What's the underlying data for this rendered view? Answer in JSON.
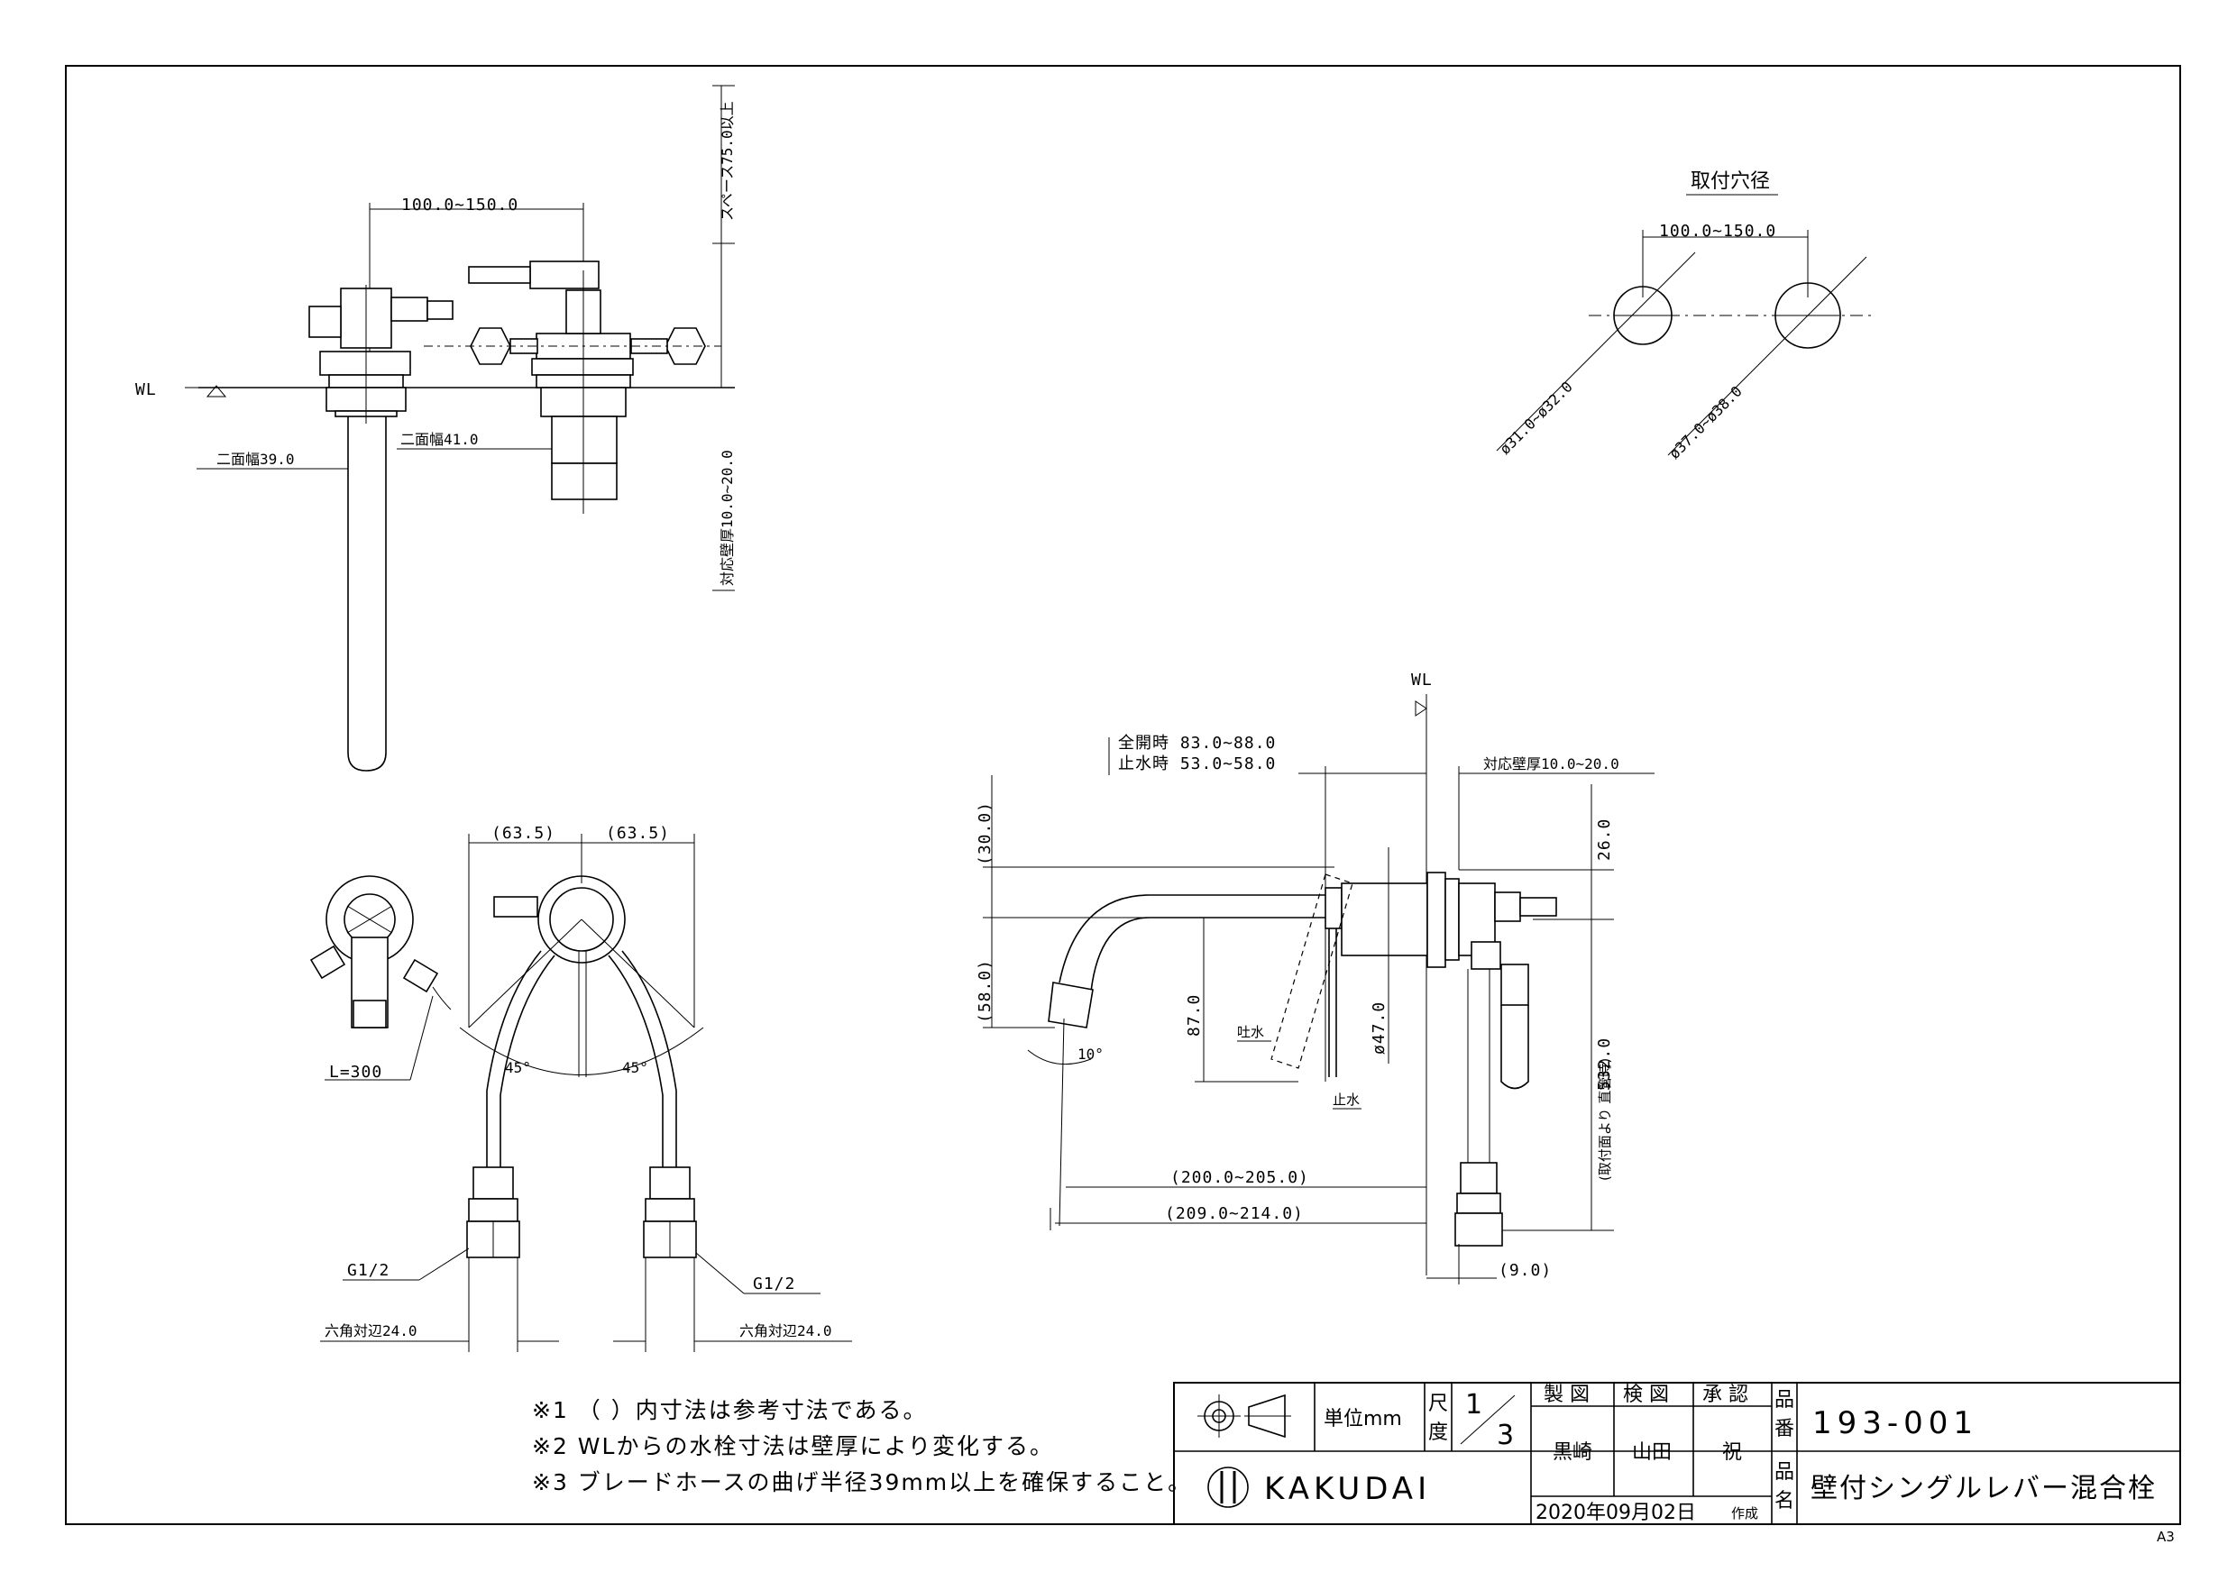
{
  "drawing": {
    "top_view": {
      "wl": "WL",
      "center_distance": "100.0~150.0",
      "space": "スペース75.0以上",
      "wall_thickness": "対応壁厚10.0~20.0",
      "spout_width": "二面幅39.0",
      "body_width": "二面幅41.0"
    },
    "mount_holes": {
      "title": "取付穴径",
      "distance": "100.0~150.0",
      "hole_left": "ø31.0~ø32.0",
      "hole_right": "ø37.0~ø38.0"
    },
    "front_view": {
      "left_offset": "(63.5)",
      "right_offset": "(63.5)",
      "hose_length": "L=300",
      "angle_left": "45°",
      "angle_right": "45°",
      "thread_left": "G1/2",
      "thread_right": "G1/2",
      "hex_left": "六角対辺24.0",
      "hex_right": "六角対辺24.0"
    },
    "side_view": {
      "wl": "WL",
      "full_open": "全開時 83.0~88.0",
      "stop": "止水時 53.0~58.0",
      "wall_thickness": "対応壁厚10.0~20.0",
      "dim_30": "(30.0)",
      "dim_58": "(58.0)",
      "dim_87": "87.0",
      "dia_47": "ø47.0",
      "dim_26": "26.0",
      "dim_532": "532.0",
      "dim_532_note": "(取付面より 直管時)",
      "spout_label": "吐水",
      "stop_label": "止水",
      "angle": "10°",
      "dim_200": "(200.0~205.0)",
      "dim_209": "(209.0~214.0)",
      "dim_9": "(9.0)"
    }
  },
  "notes": [
    "※1 （ ）内寸法は参考寸法である。",
    "※2 WLからの水栓寸法は壁厚により変化する。",
    "※3 ブレードホースの曲げ半径39mm以上を確保すること。"
  ],
  "title_block": {
    "unit_label": "単位mm",
    "scale_label_1": "尺",
    "scale_label_2": "度",
    "scale_num": "1",
    "scale_den": "3",
    "drawn_label": "製 図",
    "checked_label": "検 図",
    "approved_label": "承 認",
    "drawn_by": "黒崎",
    "checked_by": "山田",
    "approved_by": "祝",
    "date": "2020年09月02日",
    "created_label": "作成",
    "part_no_label_1": "品",
    "part_no_label_2": "番",
    "part_name_label_1": "品",
    "part_name_label_2": "名",
    "part_no": "193-001",
    "part_name": "壁付シングルレバー混合栓",
    "brand": "KAKUDAI",
    "sheet_size": "A3"
  }
}
